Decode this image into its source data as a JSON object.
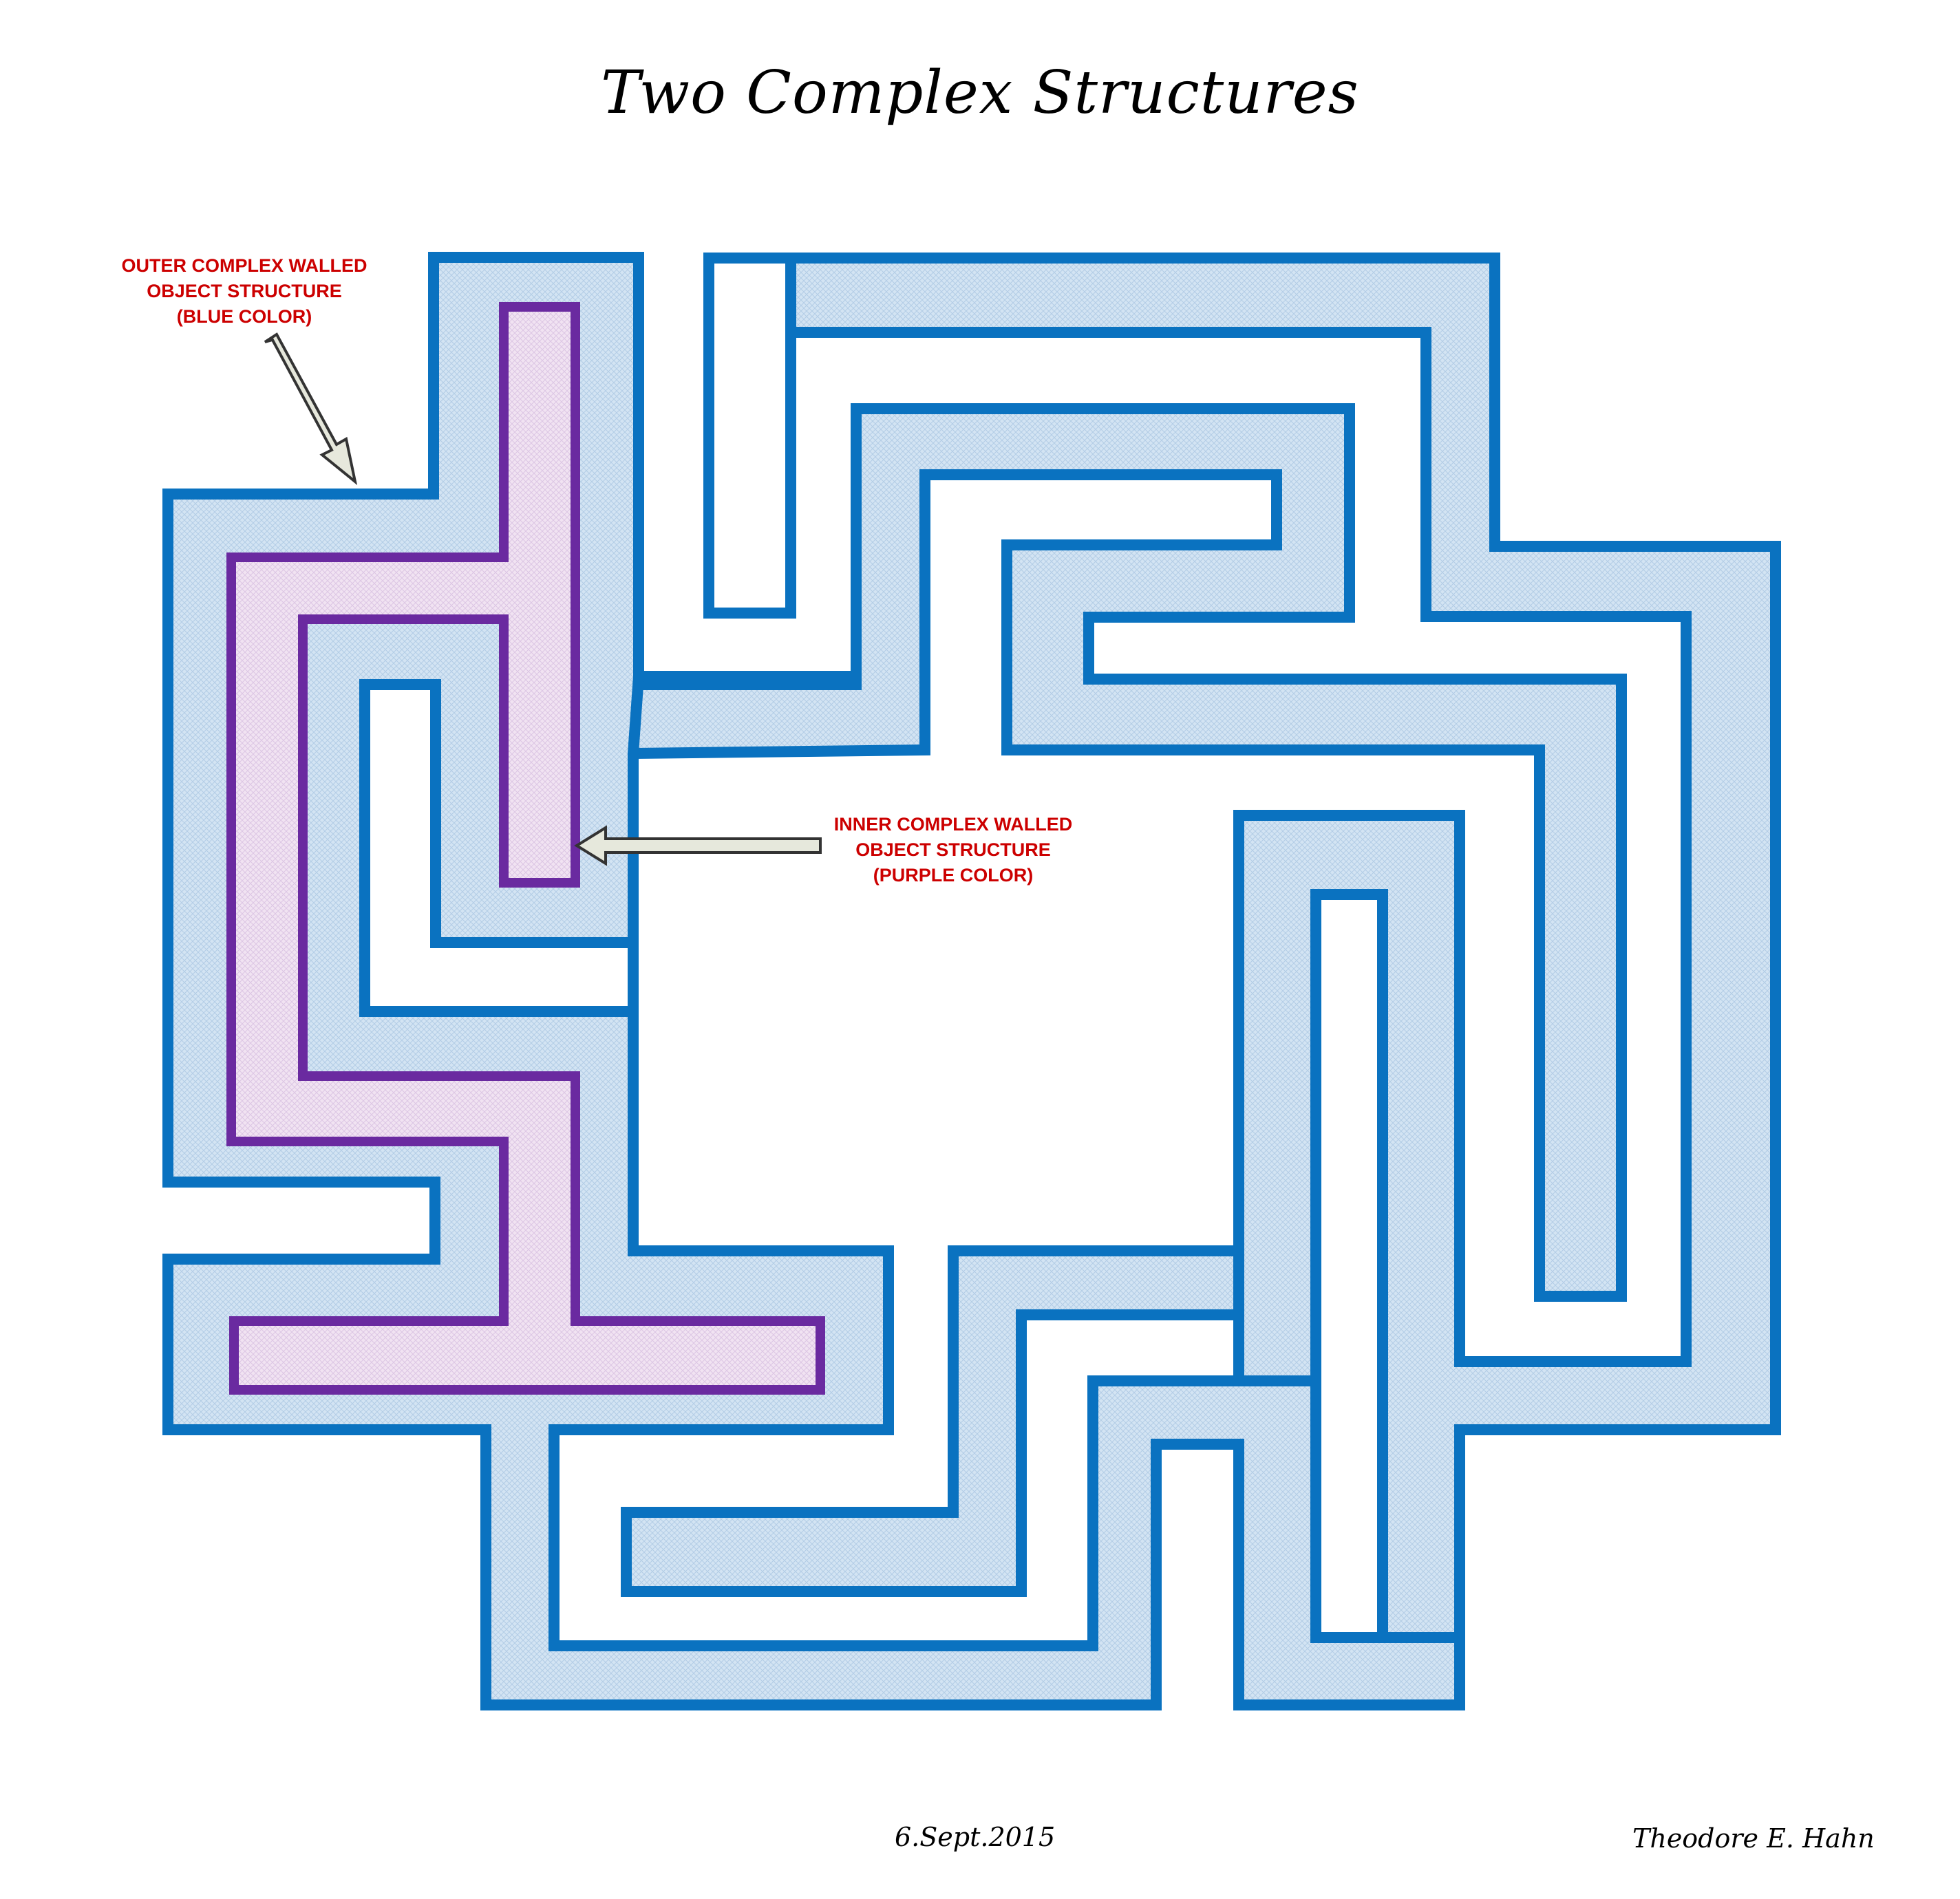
{
  "title": "Two Complex Structures",
  "outer_label": {
    "lines": [
      "OUTER COMPLEX WALLED",
      "OBJECT STRUCTURE",
      "(BLUE COLOR)"
    ]
  },
  "inner_label": {
    "lines": [
      "INNER COMPLEX WALLED",
      "OBJECT STRUCTURE",
      "(PURPLE COLOR)"
    ]
  },
  "date": "6.Sept.2015",
  "author": "Theodore  E. Hahn",
  "colors": {
    "outer_stroke": "#0a72c0",
    "outer_fill": "#cfe2f2",
    "inner_stroke": "#6a2aa0",
    "inner_fill": "#efe0f0",
    "label_text": "#cc0000",
    "arrow_fill": "#e6e8dc",
    "arrow_stroke": "#333333"
  }
}
